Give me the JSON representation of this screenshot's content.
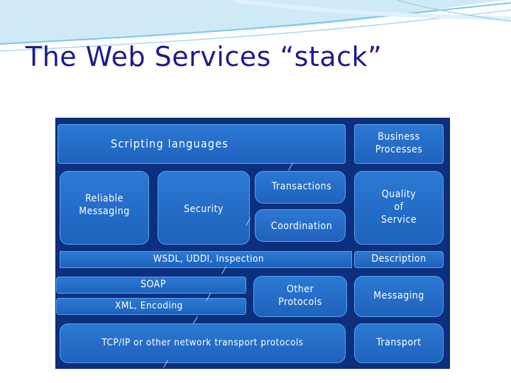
{
  "slide": {
    "title": "The Web Services “stack”"
  },
  "diagram": {
    "layers": {
      "scripting_languages": "Scripting languages",
      "reliable_messaging": "Reliable\nMessaging",
      "security": "Security",
      "transactions": "Transactions",
      "coordination": "Coordination",
      "wsdl": "WSDL, UDDI, Inspection",
      "soap": "SOAP",
      "xml_encoding": "XML, Encoding",
      "other_protocols": "Other\nProtocols",
      "tcp_ip": "TCP/IP or other network transport protocols"
    },
    "categories": {
      "business_processes": "Business\nProcesses",
      "quality_of_service": "Quality\nof\nService",
      "description": "Description",
      "messaging": "Messaging",
      "transport": "Transport"
    }
  }
}
